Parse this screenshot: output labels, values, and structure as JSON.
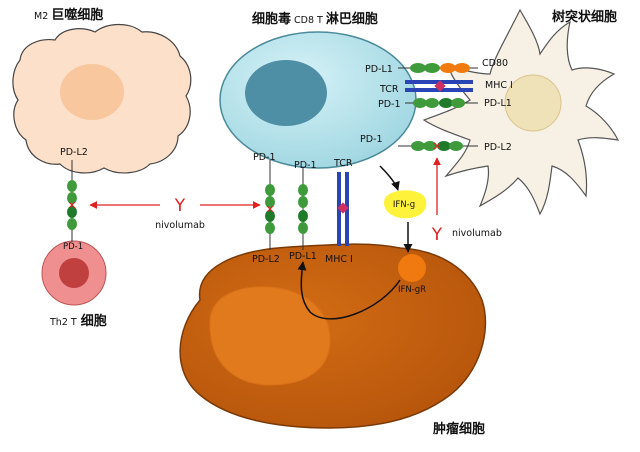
{
  "cells": {
    "m2": {
      "prefix": "M2",
      "name": "巨噬细胞"
    },
    "cd8": {
      "name_a": "细胞毒",
      "middle": "CD8 T",
      "name_b": "淋巴细胞"
    },
    "dendritic": {
      "name": "树突状细胞"
    },
    "th2": {
      "prefix": "Th2 T",
      "name": "细胞"
    },
    "tumor": {
      "name": "肿瘤细胞"
    }
  },
  "labels": {
    "pdl2_m2": "PD-L2",
    "pd1_th2": "PD-1",
    "pd1_cd8_left": "PD-1",
    "pd1_cd8_mid": "PD-1",
    "tcr_cd8_bottom": "TCR",
    "pdl1_cd8_right": "PD-L1",
    "tcr_cd8_right": "TCR",
    "pd1_cd8_right": "PD-1",
    "pd1_cd8_lower_right": "PD-1",
    "cd80": "CD80",
    "mhc_dc": "MHC I",
    "pdl1_dc": "PD-L1",
    "pdl2_dc": "PD-L2",
    "pdl2_tumor": "PD-L2",
    "pdl1_tumor": "PD-L1",
    "mhc_tumor": "MHC I",
    "ifng": "IFN-g",
    "ifngr": "IFN-gR",
    "nivolumab_left": "nivolumab",
    "nivolumab_right": "nivolumab"
  },
  "colors": {
    "cd8_cell": "#b7e4ec",
    "cd8_nucleus": "#4f8fa6",
    "m2_cell": "#fde0c9",
    "m2_nucleus": "#f8c79e",
    "dendritic_cell": "#f6f1e4",
    "dendritic_nucleus": "#efe1b8",
    "th2_cell": "#ef8f8f",
    "th2_nucleus": "#c04040",
    "tumor_cell": "#c9610f",
    "tumor_nucleus": "#e07a1c",
    "ifng": "#fff23a",
    "ifngr": "#f07a10",
    "receptor_green": "#3f9a3c",
    "block_red": "#e02020",
    "tcr_blue": "#2b44b5",
    "nivolumab": "#e02020"
  }
}
